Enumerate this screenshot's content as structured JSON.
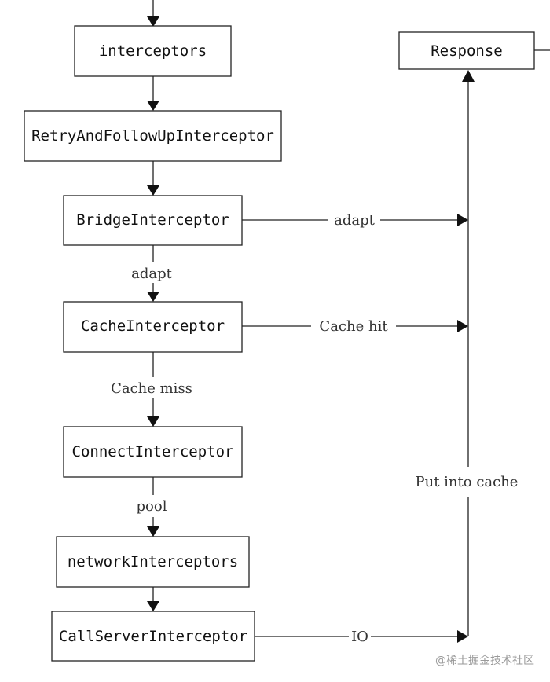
{
  "boxes": {
    "interceptors": "interceptors",
    "retry": "RetryAndFollowUpInterceptor",
    "bridge": "BridgeInterceptor",
    "cache": "CacheInterceptor",
    "connect": "ConnectInterceptor",
    "network": "networkInterceptors",
    "callserver": "CallServerInterceptor",
    "response": "Response"
  },
  "edge_labels": {
    "bridge_to_cache": "adapt",
    "cache_to_connect": "Cache miss",
    "connect_to_network": "pool",
    "bridge_to_response": "adapt",
    "cache_to_response": "Cache hit",
    "callserver_to_response": "IO",
    "response_line": "Put into cache"
  },
  "watermark": "@稀土掘金技术社区"
}
